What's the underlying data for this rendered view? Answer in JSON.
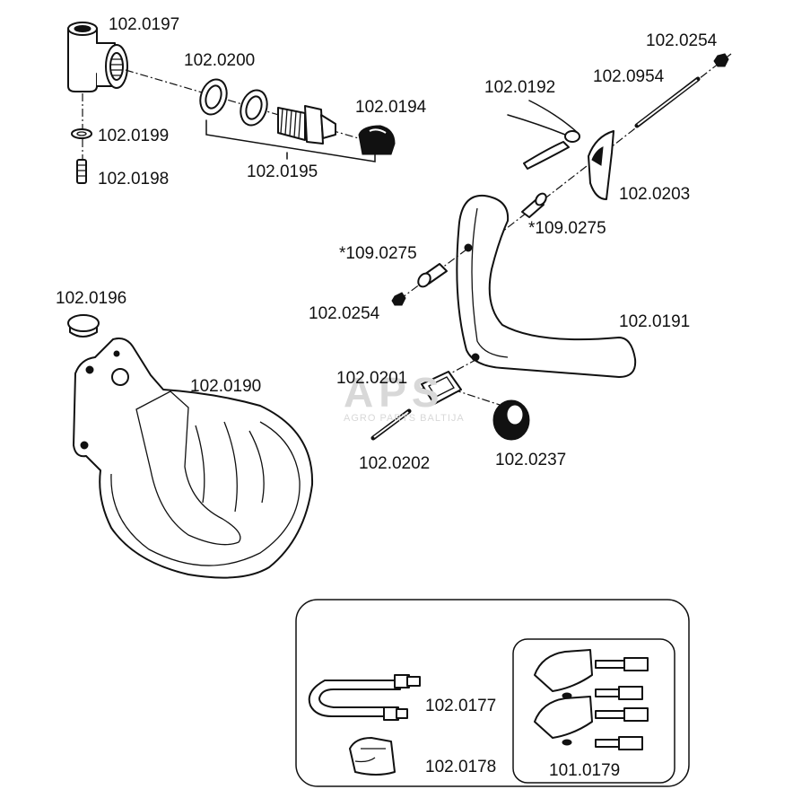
{
  "watermark": {
    "logo": "APS",
    "text": "AGRO PARTS BALTIJA"
  },
  "labels": {
    "p0197": "102.0197",
    "p0200": "102.0200",
    "p0199": "102.0199",
    "p0198": "102.0198",
    "p0194": "102.0194",
    "p0195": "102.0195",
    "p0254_top": "102.0254",
    "p0954": "102.0954",
    "p0192": "102.0192",
    "p0203": "102.0203",
    "p9275_right": "*109.0275",
    "p9275_left": "*109.0275",
    "p0254_left": "102.0254",
    "p0191": "102.0191",
    "p0196": "102.0196",
    "p0190": "102.0190",
    "p0201": "102.0201",
    "p0202": "102.0202",
    "p0237": "102.0237",
    "p0177": "102.0177",
    "p0178": "102.0178",
    "p0179": "101.0179"
  }
}
